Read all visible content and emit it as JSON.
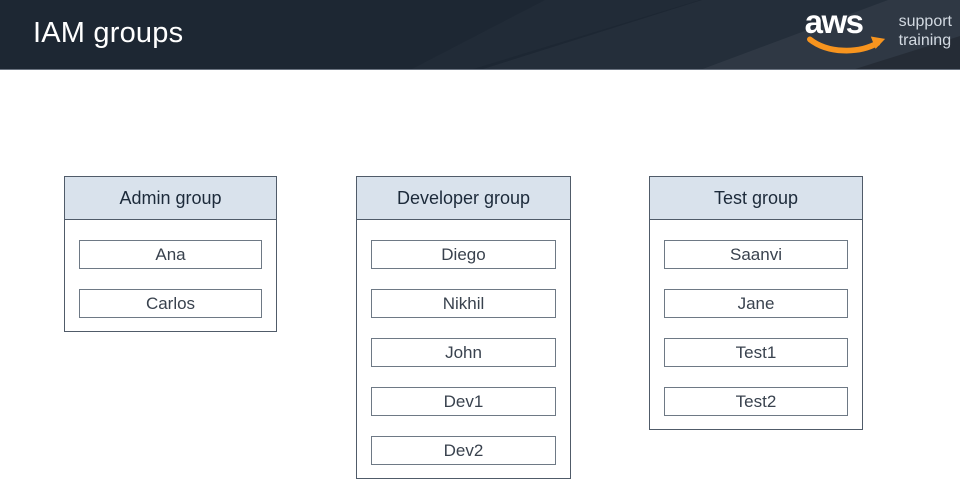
{
  "slide": {
    "title": "IAM groups"
  },
  "brand": {
    "logo_text": "aws",
    "tagline_line1": "support",
    "tagline_line2": "training",
    "accent_color": "#f7941e"
  },
  "groups": [
    {
      "name": "Admin group",
      "members": [
        "Ana",
        "Carlos"
      ]
    },
    {
      "name": "Developer group",
      "members": [
        "Diego",
        "Nikhil",
        "John",
        "Dev1",
        "Dev2"
      ]
    },
    {
      "name": "Test group",
      "members": [
        "Saanvi",
        "Jane",
        "Test1",
        "Test2"
      ]
    }
  ],
  "colors": {
    "header_background": "#1d2733",
    "group_header_background": "#d9e2ec",
    "group_border": "#505b69",
    "member_border": "#6e7985",
    "logo_orange": "#f7941e"
  }
}
